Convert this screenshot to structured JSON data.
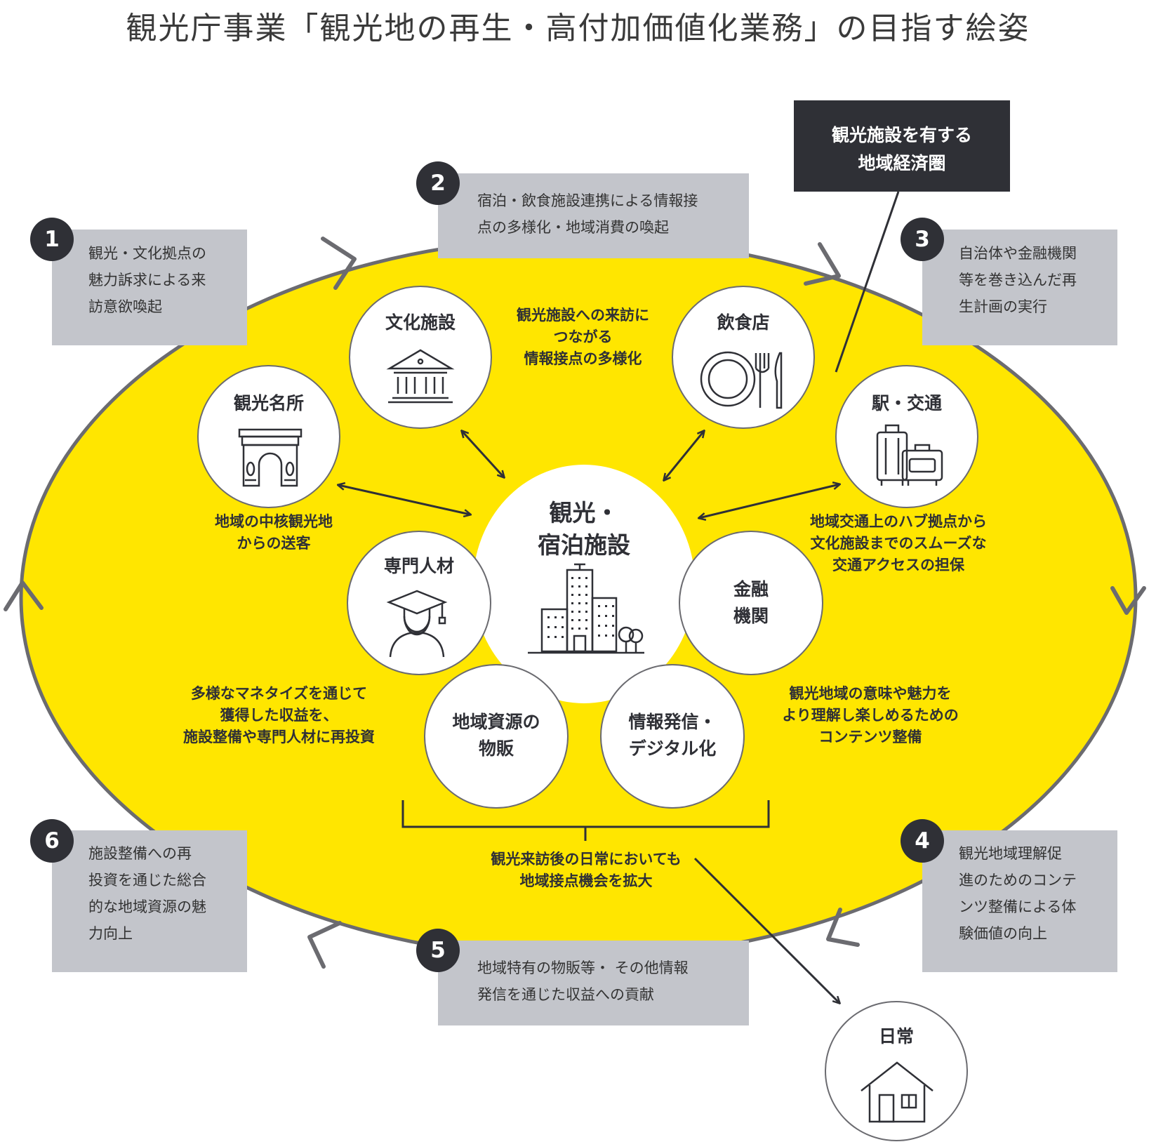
{
  "title": "観光庁事業「観光地の再生・高付加価値化業務」の目指す絵姿",
  "colors": {
    "yellow": "#ffe600",
    "dark": "#2f3036",
    "gray_box": "#c3c5cb",
    "ring": "#6b6b70"
  },
  "economic_zone_label": [
    "観光施設を有する",
    "地域経済圏"
  ],
  "steps": [
    {
      "number": "1",
      "lines": [
        "観光・文化拠点の",
        "魅力訴求による来",
        "訪意欲喚起"
      ]
    },
    {
      "number": "2",
      "lines": [
        "宿泊・飲食施設連携による情報接",
        "点の多様化・地域消費の喚起"
      ]
    },
    {
      "number": "3",
      "lines": [
        "自治体や金融機関",
        "等を巻き込んだ再",
        "生計画の実行"
      ]
    },
    {
      "number": "4",
      "lines": [
        "観光地域理解促",
        "進のためのコンテ",
        "ンツ整備による体",
        "験価値の向上"
      ]
    },
    {
      "number": "5",
      "lines": [
        "地域特有の物販等・ その他情報",
        "発信を通じた収益への貢献"
      ]
    },
    {
      "number": "6",
      "lines": [
        "施設整備への再",
        "投資を通じた総合",
        "的な地域資源の魅",
        "力向上"
      ]
    }
  ],
  "center": {
    "lines": [
      "観光・",
      "宿泊施設"
    ],
    "icon": "hotel-building-icon"
  },
  "nodes": {
    "culture": {
      "label": "文化施設",
      "icon": "museum-icon"
    },
    "restaurant": {
      "label": "飲食店",
      "icon": "plate-cutlery-icon"
    },
    "landmark": {
      "label": "観光名所",
      "icon": "arch-monument-icon"
    },
    "station": {
      "label": "駅・交通",
      "icon": "luggage-icon"
    },
    "talent": {
      "label": "専門人材",
      "icon": "graduate-icon"
    },
    "finance": {
      "lines": [
        "金融",
        "機関"
      ]
    },
    "local_goods": {
      "lines": [
        "地域資源の",
        "物販"
      ]
    },
    "digital": {
      "lines": [
        "情報発信・",
        "デジタル化"
      ]
    },
    "daily": {
      "label": "日常",
      "icon": "house-icon"
    }
  },
  "captions": {
    "info_points": [
      "観光施設への来訪に",
      "つながる",
      "情報接点の多様化"
    ],
    "core_spot": [
      "地域の中核観光地",
      "からの送客"
    ],
    "transport": [
      "地域交通上のハブ拠点から",
      "文化施設までのスムーズな",
      "交通アクセスの担保"
    ],
    "monetize": [
      "多様なマネタイズを通じて",
      "獲得した収益を、",
      "施設整備や専門人材に再投資"
    ],
    "content": [
      "観光地域の意味や魅力を",
      "より理解し楽しめるための",
      "コンテンツ整備"
    ],
    "after_visit": [
      "観光来訪後の日常においても",
      "地域接点機会を拡大"
    ]
  }
}
